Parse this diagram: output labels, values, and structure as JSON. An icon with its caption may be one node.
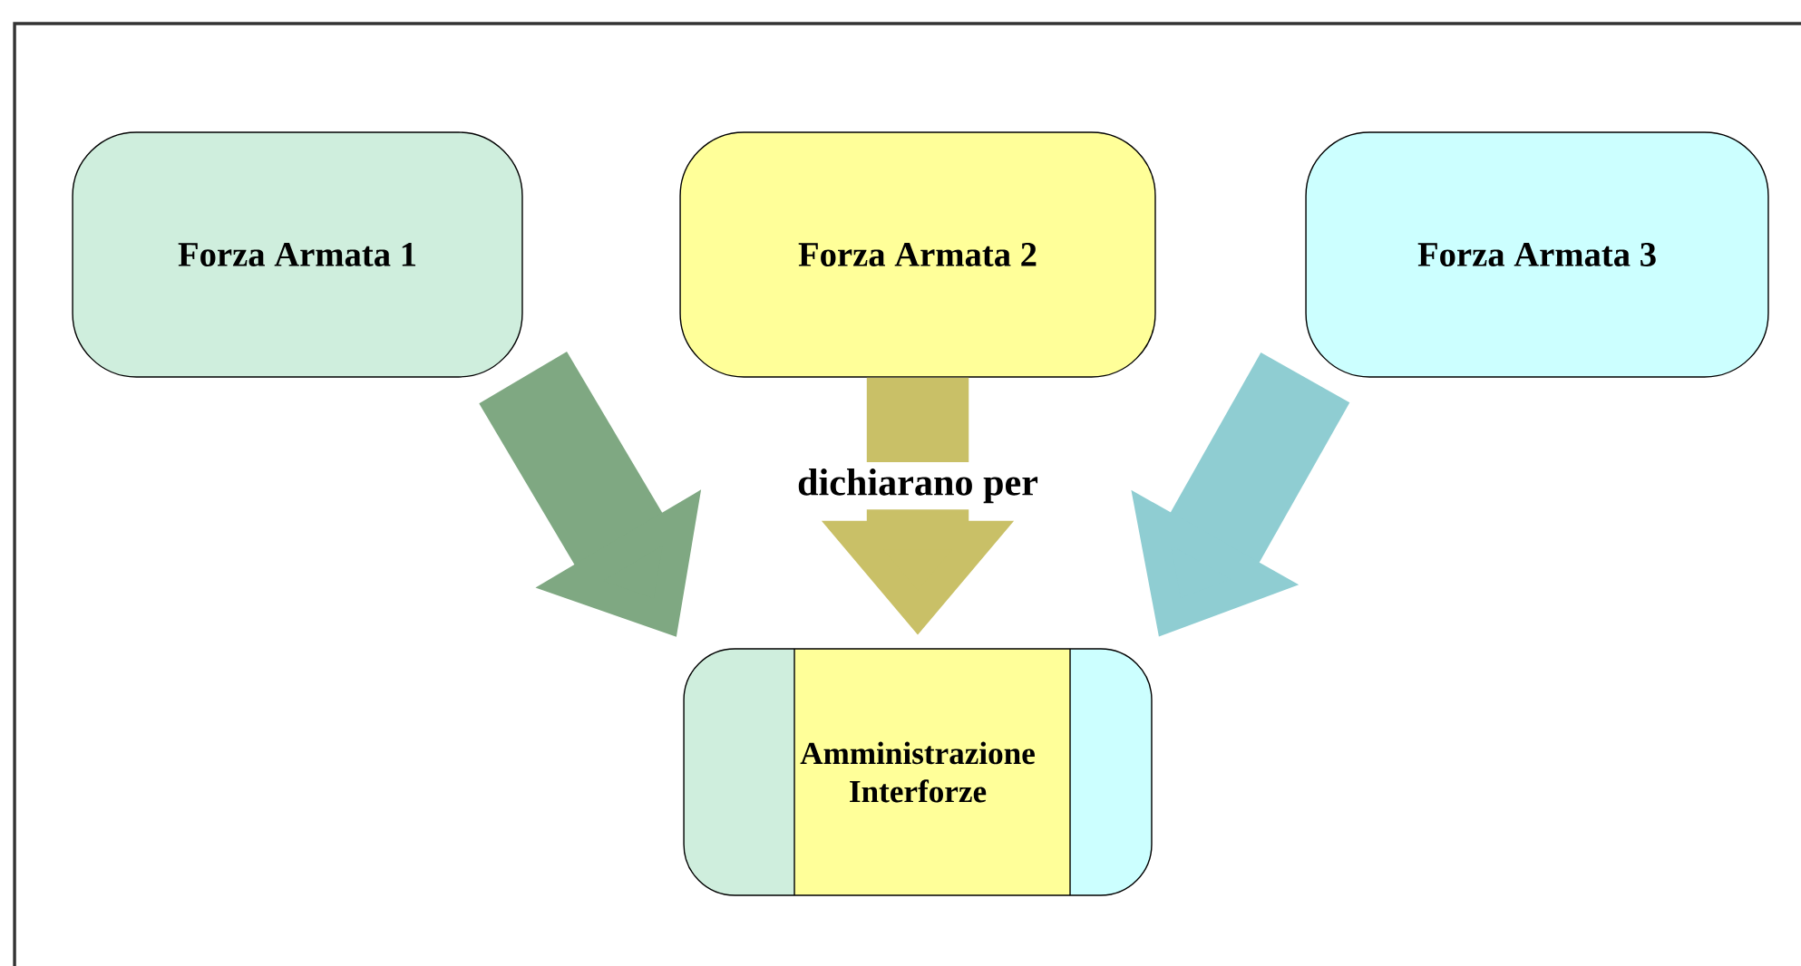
{
  "diagram": {
    "nodes": [
      {
        "text": [
          "Forza Armata 1"
        ]
      },
      {
        "text": [
          "Forza Armata 2"
        ]
      },
      {
        "text": [
          "Forza Armata 3"
        ]
      },
      {
        "text": [
          "Amministrazione Interforze"
        ]
      }
    ],
    "edges": [
      {
        "from": 0,
        "to": 3,
        "arrow": "to",
        "color": "#7fa882"
      },
      {
        "from": 1,
        "to": 3,
        "arrow": "to",
        "color": "#c9c067",
        "label": "dichiarano per"
      },
      {
        "from": 2,
        "to": 3,
        "arrow": "to",
        "color": "#8fcdd2"
      }
    ]
  }
}
